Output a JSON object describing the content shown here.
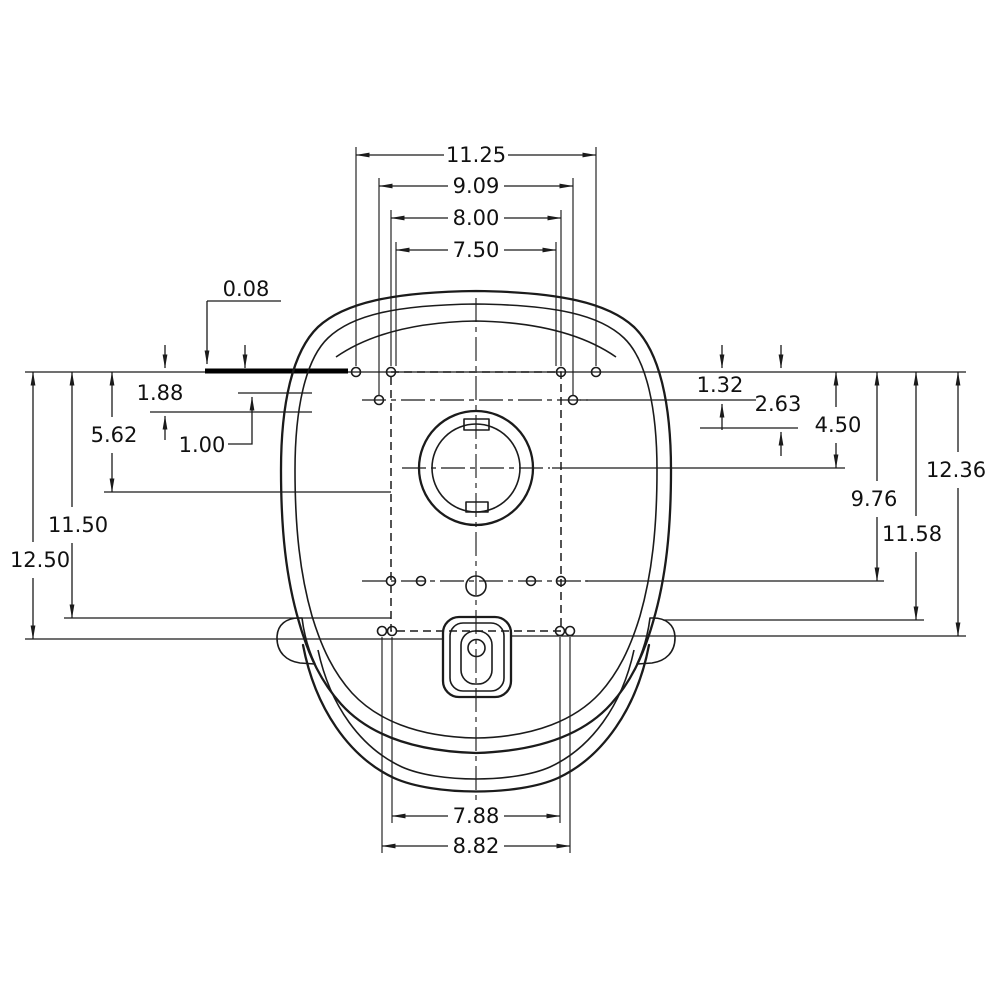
{
  "drawing": {
    "type": "engineering-dimension-drawing",
    "subject": "seat-base-bottom-view-with-mounting-hole-pattern",
    "colors": {
      "background": "#ffffff",
      "line": "#1b1b1b"
    },
    "dims": {
      "top": [
        "11.25",
        "9.09",
        "8.00",
        "7.50"
      ],
      "left": [
        "0.08",
        "1.88",
        "1.00",
        "5.62",
        "11.50",
        "12.50"
      ],
      "right": [
        "1.32",
        "2.63",
        "4.50",
        "9.76",
        "11.58",
        "12.36"
      ],
      "bottom": [
        "7.88",
        "8.82"
      ]
    }
  }
}
